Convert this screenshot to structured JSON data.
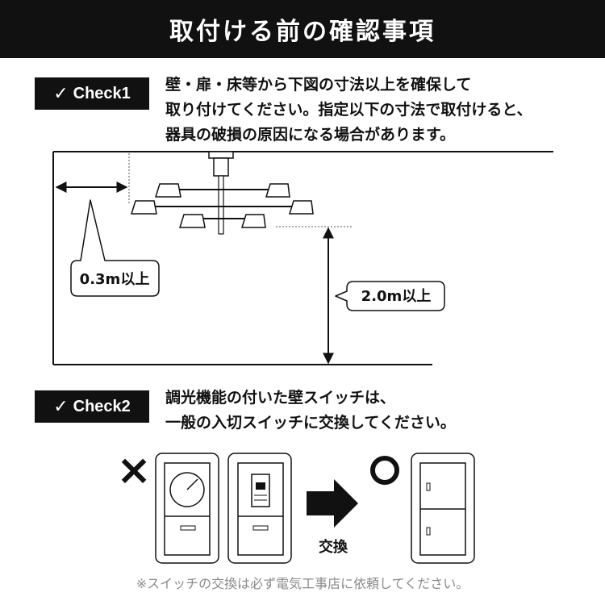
{
  "header": {
    "title": "取付ける前の確認事項"
  },
  "check1": {
    "label": "Check1",
    "lines": [
      "壁・扉・床等から下図の寸法以上を確保して",
      "取り付けてください。指定以下の寸法で取付けると、",
      "器具の破損の原因になる場合があります。"
    ],
    "side_clearance": "0.3m以上",
    "floor_clearance": "2.0m以上"
  },
  "check2": {
    "label": "Check2",
    "lines": [
      "調光機能の付いた壁スイッチは、",
      "一般の入切スイッチに交換してください。"
    ],
    "ng_mark": "×",
    "ok_mark": "○",
    "arrow_label": "交換"
  },
  "footer": {
    "note": "※スイッチの交換は必ず電気工事店に依頼してください。"
  }
}
